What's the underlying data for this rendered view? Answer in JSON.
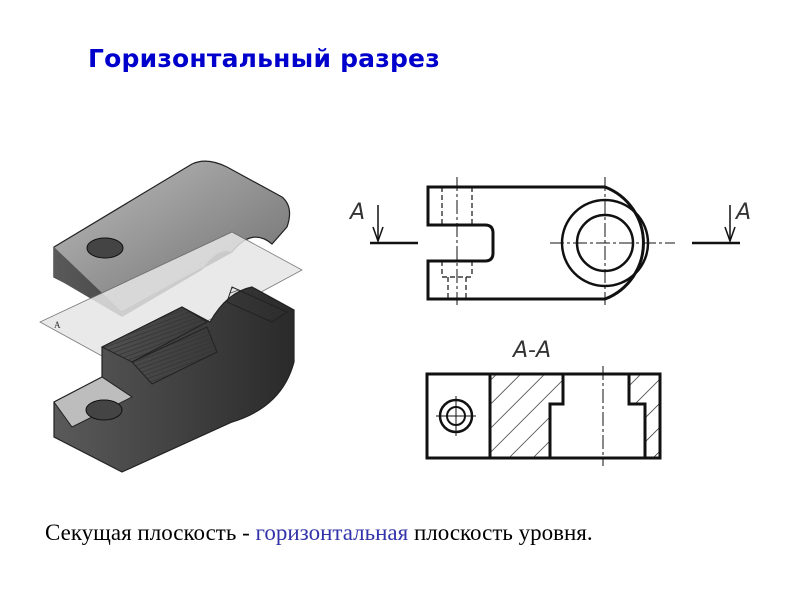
{
  "slide": {
    "title": "Горизонтальный разрез",
    "caption": {
      "before": "Секущая плоскость - ",
      "highlight": "горизонтальная",
      "after": " плоскость уровня."
    },
    "colors": {
      "title": "#0000cc",
      "highlight": "#3333aa",
      "text": "#000000"
    }
  },
  "drawing": {
    "plan_view": {
      "cut_label_left": "A",
      "cut_label_right": "A"
    },
    "section_view": {
      "label": "A-A"
    },
    "isometric": {
      "plane_mark": "A"
    }
  }
}
